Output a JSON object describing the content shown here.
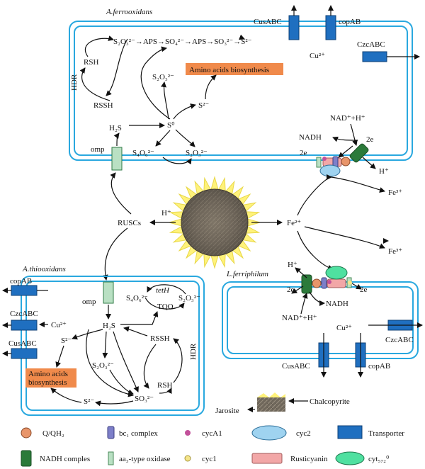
{
  "organisms": {
    "ferrooxidans": "A.ferrooxidans",
    "thiooxidans": "A.thiooxidans",
    "ferriphilum": "L.ferriphilum"
  },
  "ferro": {
    "sulfur_chain": "S₂O₃²⁻→APS→SO₄²⁻→APS→SO₃²⁻→S²⁻",
    "rsh": "RSH",
    "rssh": "RSSH",
    "s2o3": "S₂O₃²⁻",
    "s2o3_b": "S₂O₃²⁻",
    "s2": "S²⁻",
    "s0": "S⁰",
    "h2s": "H₂S",
    "s4o6": "S₄O₆²⁻",
    "amino": "Amino acids biosynthesis",
    "hdr": "HDR",
    "omp": "omp",
    "cusabc": "CusABC",
    "copab": "copAB",
    "czcabc": "CzcABC",
    "cu": "Cu²⁺",
    "nad": "NAD⁺+H⁺",
    "nadh": "NADH",
    "e2a": "2e",
    "e2b": "2e",
    "hplus": "H⁺"
  },
  "center": {
    "ruscs": "RUSCs",
    "hplus": "H⁺",
    "fe2": "Fe²⁺",
    "fe3a": "Fe³⁺",
    "fe3b": "Fe³⁺"
  },
  "thio": {
    "copab": "copAB",
    "czcabc": "CzcABC",
    "cusabc": "CusABC",
    "cu": "Cu²⁺",
    "omp": "omp",
    "tetH": "tetH",
    "tqo": "TQO",
    "s4o6": "S₄O₆²⁻",
    "s2o3": "S₂O₃²⁻",
    "s2o3_b": "S₂O₃²⁻",
    "h2s": "H₂S",
    "s2": "S²⁻",
    "s2_b": "S²⁻",
    "rssh": "RSSH",
    "rsh": "RSH",
    "so3": "SO₃²⁻",
    "amino_l1": "Amino acids",
    "amino_l2": "biosynthesis",
    "hdr": "HDR"
  },
  "ferri": {
    "hplus": "H⁺",
    "e2a": "2e",
    "e2b": "2e",
    "nadh": "NADH",
    "nad": "NAD⁺+H⁺",
    "cu": "Cu²⁺",
    "czcabc": "CzcABC",
    "cusabc": "CusABC",
    "copab": "copAB"
  },
  "mineral": {
    "jarosite": "Jarosite",
    "chalcopyrite": "Chalcopyrite"
  },
  "legend": {
    "qqh2": "Q/QH₂",
    "bc1": "bc₁ complex",
    "cyca1": "cycA1",
    "cyc2": "cyc2",
    "transporter": "Transporter",
    "nadh_complex": "NADH comples",
    "aa3": "aa₃-type oxidase",
    "cyc1": "cyc1",
    "rusticyanin": "Rusticyanin",
    "cyt572": "cyt₅₇₂⁰"
  },
  "colors": {
    "membrane": "#29a8df",
    "transporter": "#1f6fc0",
    "nadh_complex": "#2b7a3a",
    "amino_box": "#f08a4b",
    "qqh2": "#e8956a",
    "bc1": "#7d7fc9",
    "cyca1": "#c2509a",
    "cyc2": "#9fd3f0",
    "cyc1": "#f5e58a",
    "rusticyanin": "#f2a7a7",
    "cyt572": "#4fe0a0",
    "aa3": "#b9e0c3",
    "mineral_glow": "#fff27a"
  }
}
